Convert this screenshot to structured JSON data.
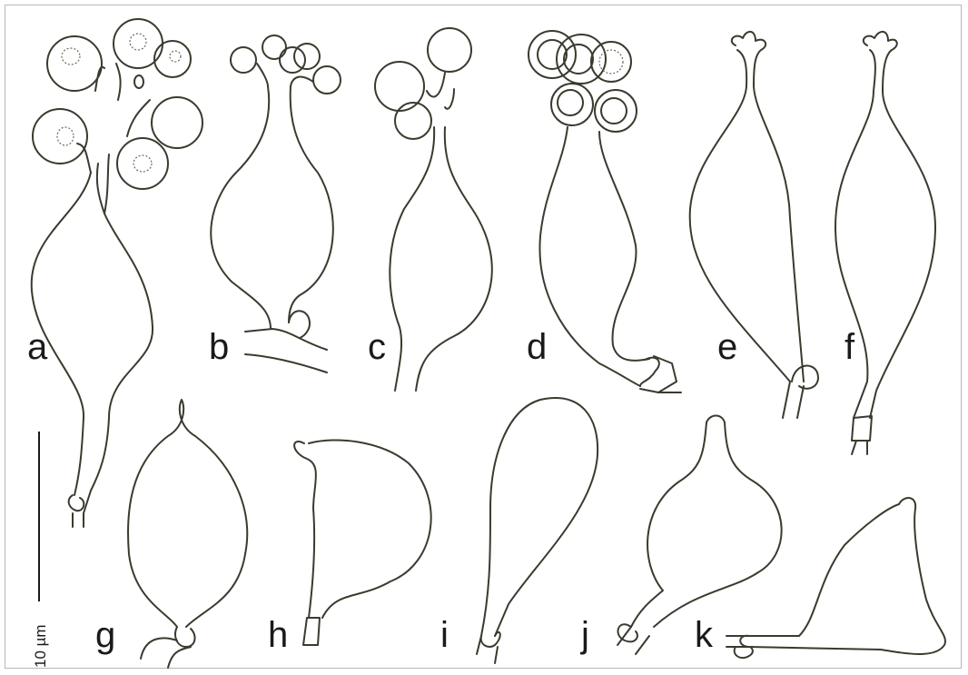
{
  "panel_labels": [
    "a",
    "b",
    "c",
    "d",
    "e",
    "f",
    "g",
    "h",
    "i",
    "j",
    "k"
  ],
  "scale_bar": {
    "label": "10 µm"
  },
  "colors": {
    "line": "#3a3a2e",
    "nucleus": "#6a6a5a",
    "background": "#ffffff",
    "frame": "#b8b8b8"
  }
}
